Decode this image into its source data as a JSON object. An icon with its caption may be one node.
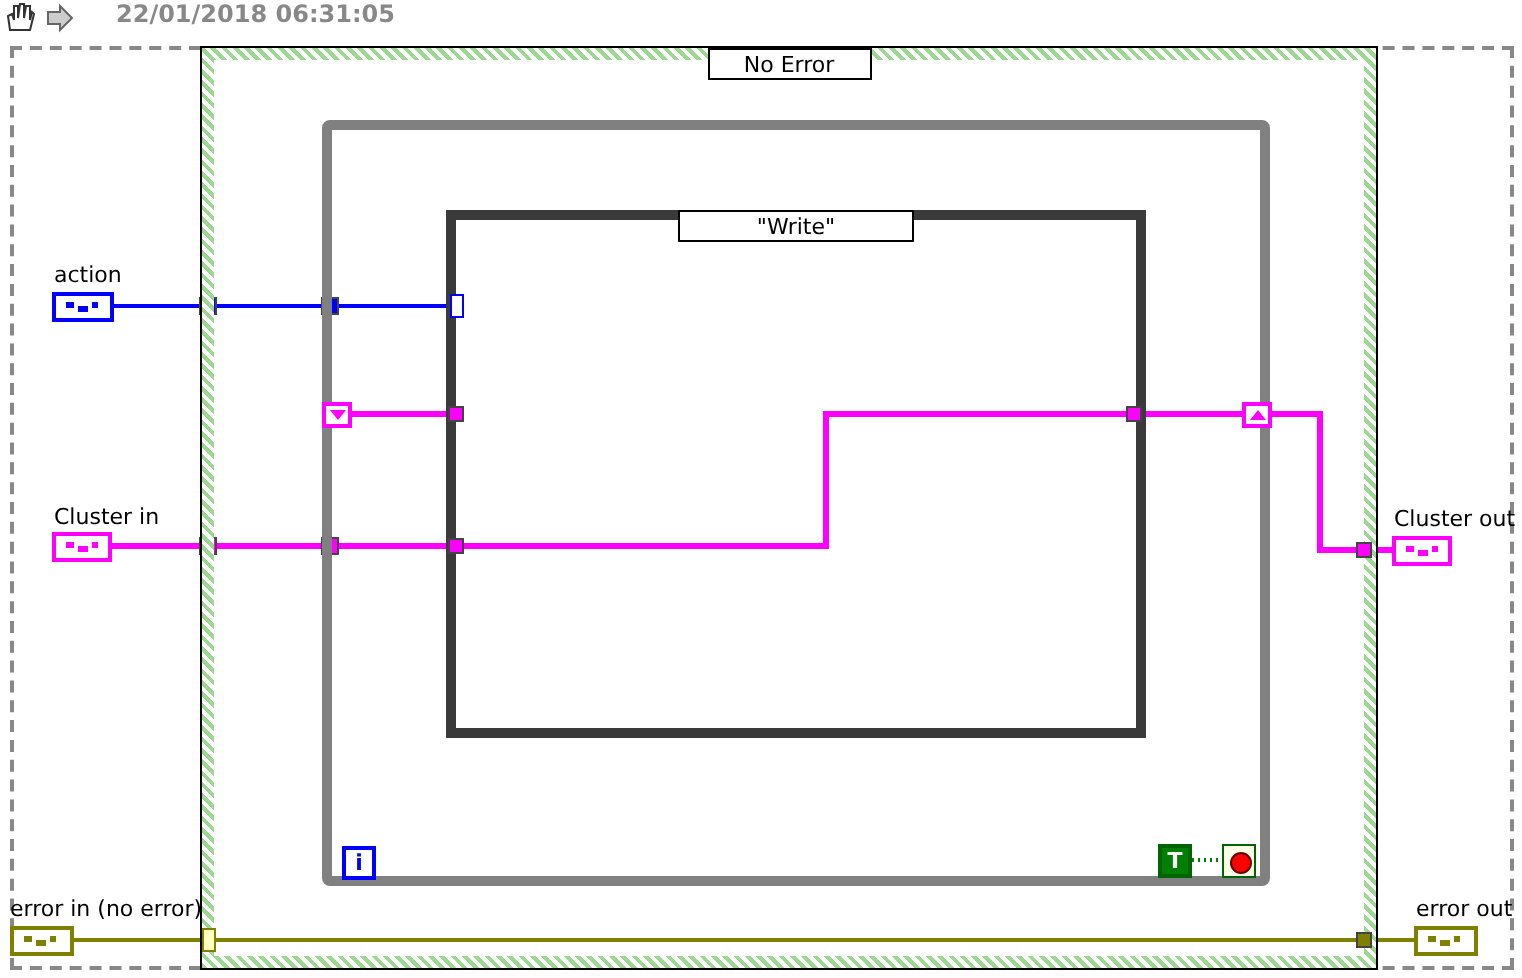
{
  "diagram": {
    "title": "22/01/2018 06:31:05",
    "nodes": [
      {
        "text": [
          "No Error"
        ]
      },
      {
        "text": [],
        "shape": "box",
        "in": 0
      },
      {
        "text": [
          "\"Write\""
        ],
        "in": 1
      },
      {
        "text": [
          "action"
        ]
      },
      {
        "text": [
          "Cluster in"
        ]
      },
      {
        "text": [
          "error in (no error)"
        ]
      },
      {
        "text": [
          "Cluster out"
        ]
      },
      {
        "text": [
          "error out"
        ]
      },
      {
        "text": [
          "i"
        ],
        "in": 1
      },
      {
        "text": [
          "T"
        ],
        "in": 1
      },
      {
        "text": [],
        "shape": "circle",
        "in": 1
      },
      {
        "text": [],
        "shape": "box",
        "in": 1
      },
      {
        "text": [],
        "shape": "box",
        "in": 1
      }
    ],
    "edges": [
      {
        "from": 3,
        "to": 2,
        "arrow": "none",
        "color": "#0000ff"
      },
      {
        "from": 4,
        "to": 2,
        "arrow": "none"
      },
      {
        "from": 11,
        "to": 2,
        "arrow": "none"
      },
      {
        "from": 2,
        "to": 12,
        "arrow": "none"
      },
      {
        "from": 12,
        "to": 6,
        "arrow": "none"
      },
      {
        "from": 5,
        "to": 7,
        "arrow": "none",
        "color": "#808000"
      },
      {
        "from": 9,
        "to": 10,
        "arrow": "none",
        "style": "dashed",
        "color": "#008000"
      }
    ]
  }
}
